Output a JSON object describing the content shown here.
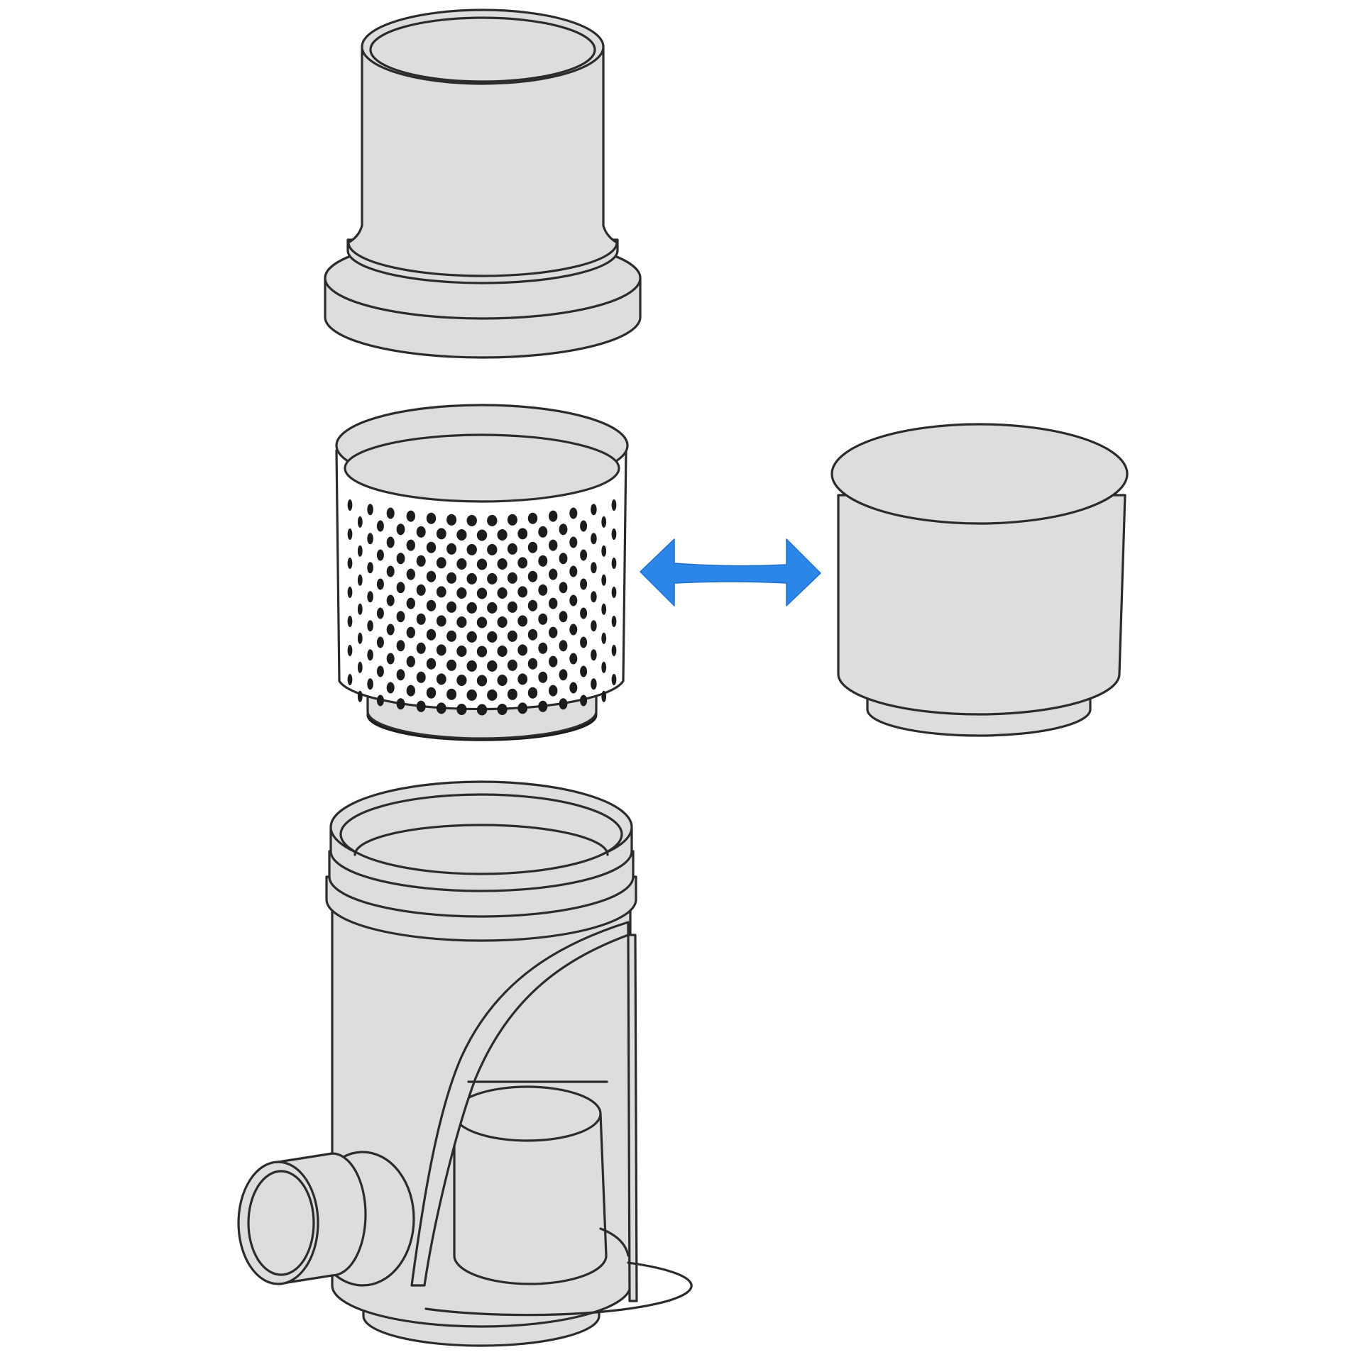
{
  "figure": {
    "background": "#ffffff",
    "part_fill": "#dddddd",
    "outline_color": "#2b2b2b",
    "arrow_color": "#2b86e8",
    "parts": [
      {
        "id": "upper-connector-pipe",
        "shape": "flanged-pipe-sleeve"
      },
      {
        "id": "perforated-filter-insert",
        "shape": "perforated-cylinder"
      },
      {
        "id": "solid-insert-cup",
        "shape": "closed-cylinder-cup"
      },
      {
        "id": "collector-housing",
        "shape": "housing-with-side-outlet"
      }
    ],
    "interchange_arrow": {
      "icon": "double-headed-arrow-icon",
      "meaning": "interchangeable"
    }
  }
}
